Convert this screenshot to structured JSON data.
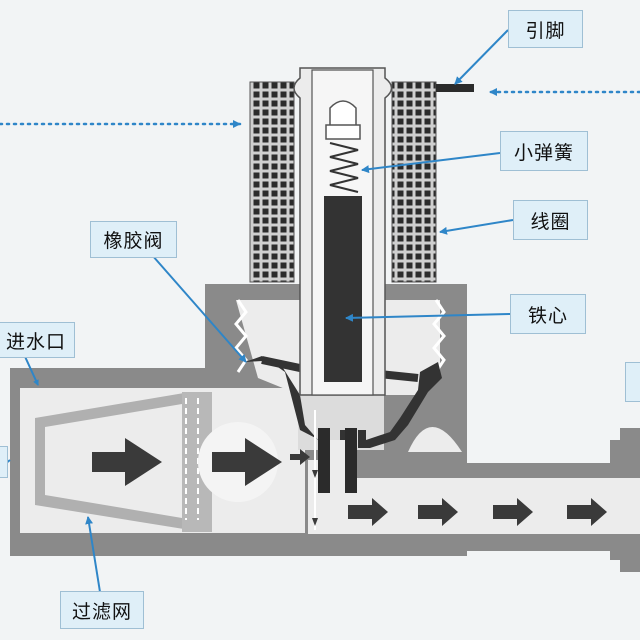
{
  "labels": {
    "pin": "引脚",
    "small_spring": "小弹簧",
    "coil": "线圈",
    "rubber_valve": "橡胶阀",
    "iron_core": "铁心",
    "water_inlet": "进水口",
    "filter_screen": "过滤网"
  },
  "colors": {
    "background": "#f2f4f5",
    "body_gray": "#8a8a8a",
    "dark": "#333333",
    "light_interior": "#ececec",
    "label_fill": "#dfeff8",
    "leader_blue": "#2f86c8"
  }
}
